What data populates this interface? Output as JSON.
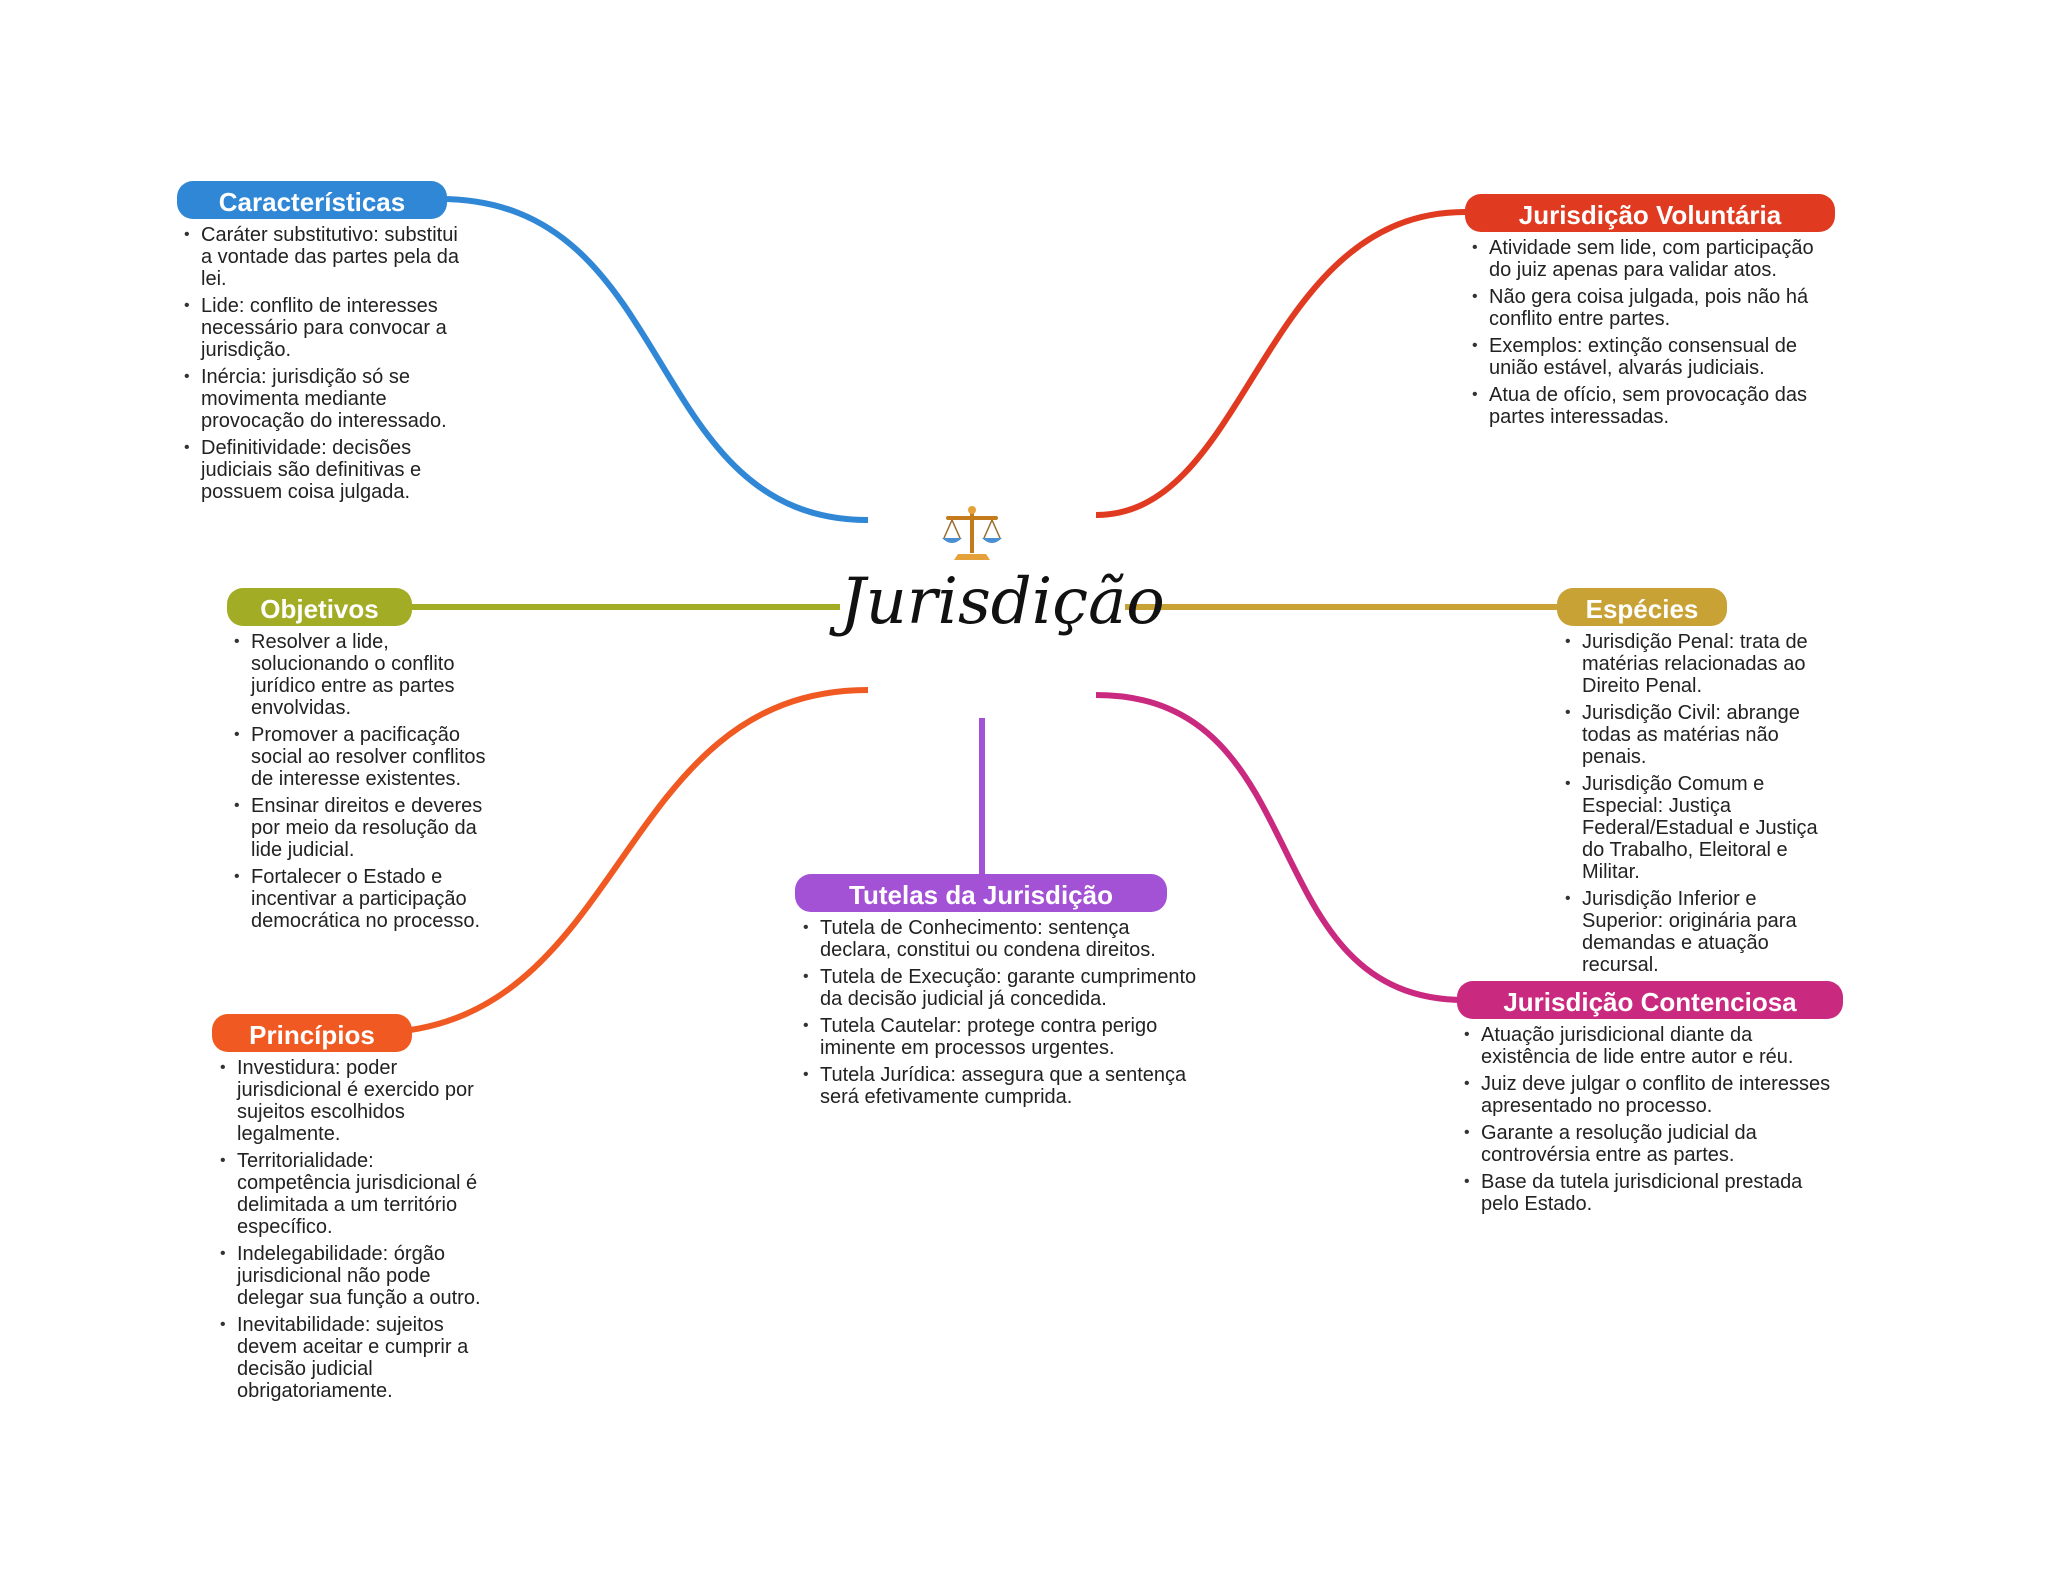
{
  "center": {
    "title": "Jurisdição",
    "icon": "scales-of-justice-icon"
  },
  "branches": [
    {
      "id": "caracteristicas",
      "title": "Características",
      "color": "#2f87d6",
      "items": [
        "Caráter substitutivo: substitui a vontade das partes pela da lei.",
        "Lide: conflito de interesses necessário para convocar a jurisdição.",
        "Inércia: jurisdição só se movimenta mediante provocação do interessado.",
        "Definitividade: decisões judiciais são definitivas e possuem coisa julgada."
      ]
    },
    {
      "id": "voluntaria",
      "title": "Jurisdição Voluntária",
      "color": "#e03a20",
      "items": [
        "Atividade sem lide, com participação do juiz apenas para validar atos.",
        "Não gera coisa julgada, pois não há conflito entre partes.",
        "Exemplos: extinção consensual de união estável, alvarás judiciais.",
        "Atua de ofício, sem provocação das partes interessadas."
      ]
    },
    {
      "id": "objetivos",
      "title": "Objetivos",
      "color": "#a3ac25",
      "items": [
        "Resolver a lide, solucionando o conflito jurídico entre as partes envolvidas.",
        "Promover a pacificação social ao resolver conflitos de interesse existentes.",
        "Ensinar direitos e deveres por meio da resolução da lide judicial.",
        "Fortalecer o Estado e incentivar a participação democrática no processo."
      ]
    },
    {
      "id": "especies",
      "title": "Espécies",
      "color": "#c9a235",
      "items": [
        "Jurisdição Penal: trata de matérias relacionadas ao Direito Penal.",
        "Jurisdição Civil: abrange todas as matérias não penais.",
        "Jurisdição Comum e Especial: Justiça Federal/Estadual e Justiça do Trabalho, Eleitoral e Militar.",
        "Jurisdição Inferior e Superior: originária para demandas e atuação recursal."
      ]
    },
    {
      "id": "tutelas",
      "title": "Tutelas da Jurisdição",
      "color": "#a352d6",
      "items": [
        "Tutela de Conhecimento: sentença declara, constitui ou condena direitos.",
        "Tutela de Execução: garante cumprimento da decisão judicial já concedida.",
        "Tutela Cautelar: protege contra perigo iminente em processos urgentes.",
        "Tutela Jurídica: assegura que a sentença será efetivamente cumprida."
      ]
    },
    {
      "id": "principios",
      "title": "Princípios",
      "color": "#f05a22",
      "items": [
        "Investidura: poder jurisdicional é exercido por sujeitos escolhidos legalmente.",
        "Territorialidade: competência jurisdicional é delimitada a um território específico.",
        "Indelegabilidade: órgão jurisdicional não pode delegar sua função a outro.",
        "Inevitabilidade: sujeitos devem aceitar e cumprir a decisão judicial obrigatoriamente."
      ]
    },
    {
      "id": "contenciosa",
      "title": "Jurisdição Contenciosa",
      "color": "#c9297e",
      "items": [
        "Atuação jurisdicional diante da existência de lide entre autor e réu.",
        "Juiz deve julgar o conflito de interesses apresentado no processo.",
        "Garante a resolução judicial da controvérsia entre as partes.",
        "Base da tutela jurisdicional prestada pelo Estado."
      ]
    }
  ]
}
